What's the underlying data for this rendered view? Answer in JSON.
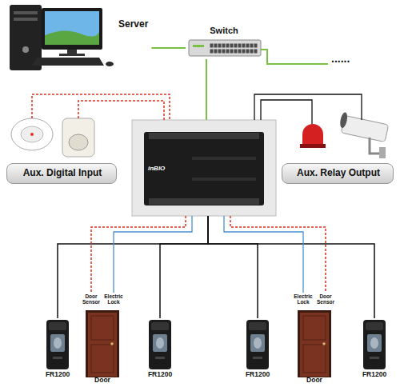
{
  "diagram": {
    "nodes": [
      {
        "text": [
          "Server"
        ]
      },
      {
        "text": [
          "Switch"
        ]
      },
      {
        "text": [
          "Aux. Digital Input"
        ]
      },
      {
        "text": [
          "inBIO"
        ]
      },
      {
        "text": [
          "Aux. Relay Output"
        ]
      },
      {
        "text": [
          "FR1200"
        ]
      },
      {
        "text": [
          "Door"
        ]
      },
      {
        "text": [
          "FR1200"
        ]
      },
      {
        "text": [
          "FR1200"
        ]
      },
      {
        "text": [
          "Door"
        ]
      },
      {
        "text": [
          "FR1200"
        ]
      }
    ],
    "edges": [
      {
        "from": 0,
        "to": 1,
        "arrow": "none"
      },
      {
        "from": 1,
        "to": 3,
        "arrow": "none"
      },
      {
        "from": 3,
        "to": 5,
        "arrow": "none"
      },
      {
        "from": 3,
        "to": 7,
        "arrow": "none"
      },
      {
        "from": 3,
        "to": 8,
        "arrow": "none"
      },
      {
        "from": 3,
        "to": 10,
        "arrow": "none"
      },
      {
        "from": 3,
        "to": 6,
        "arrow": "none"
      },
      {
        "from": 3,
        "to": 9,
        "arrow": "none"
      }
    ],
    "labels": [
      "Door Sensor",
      "Electric Lock",
      "Electric Lock",
      "Door Sensor",
      "......"
    ]
  }
}
